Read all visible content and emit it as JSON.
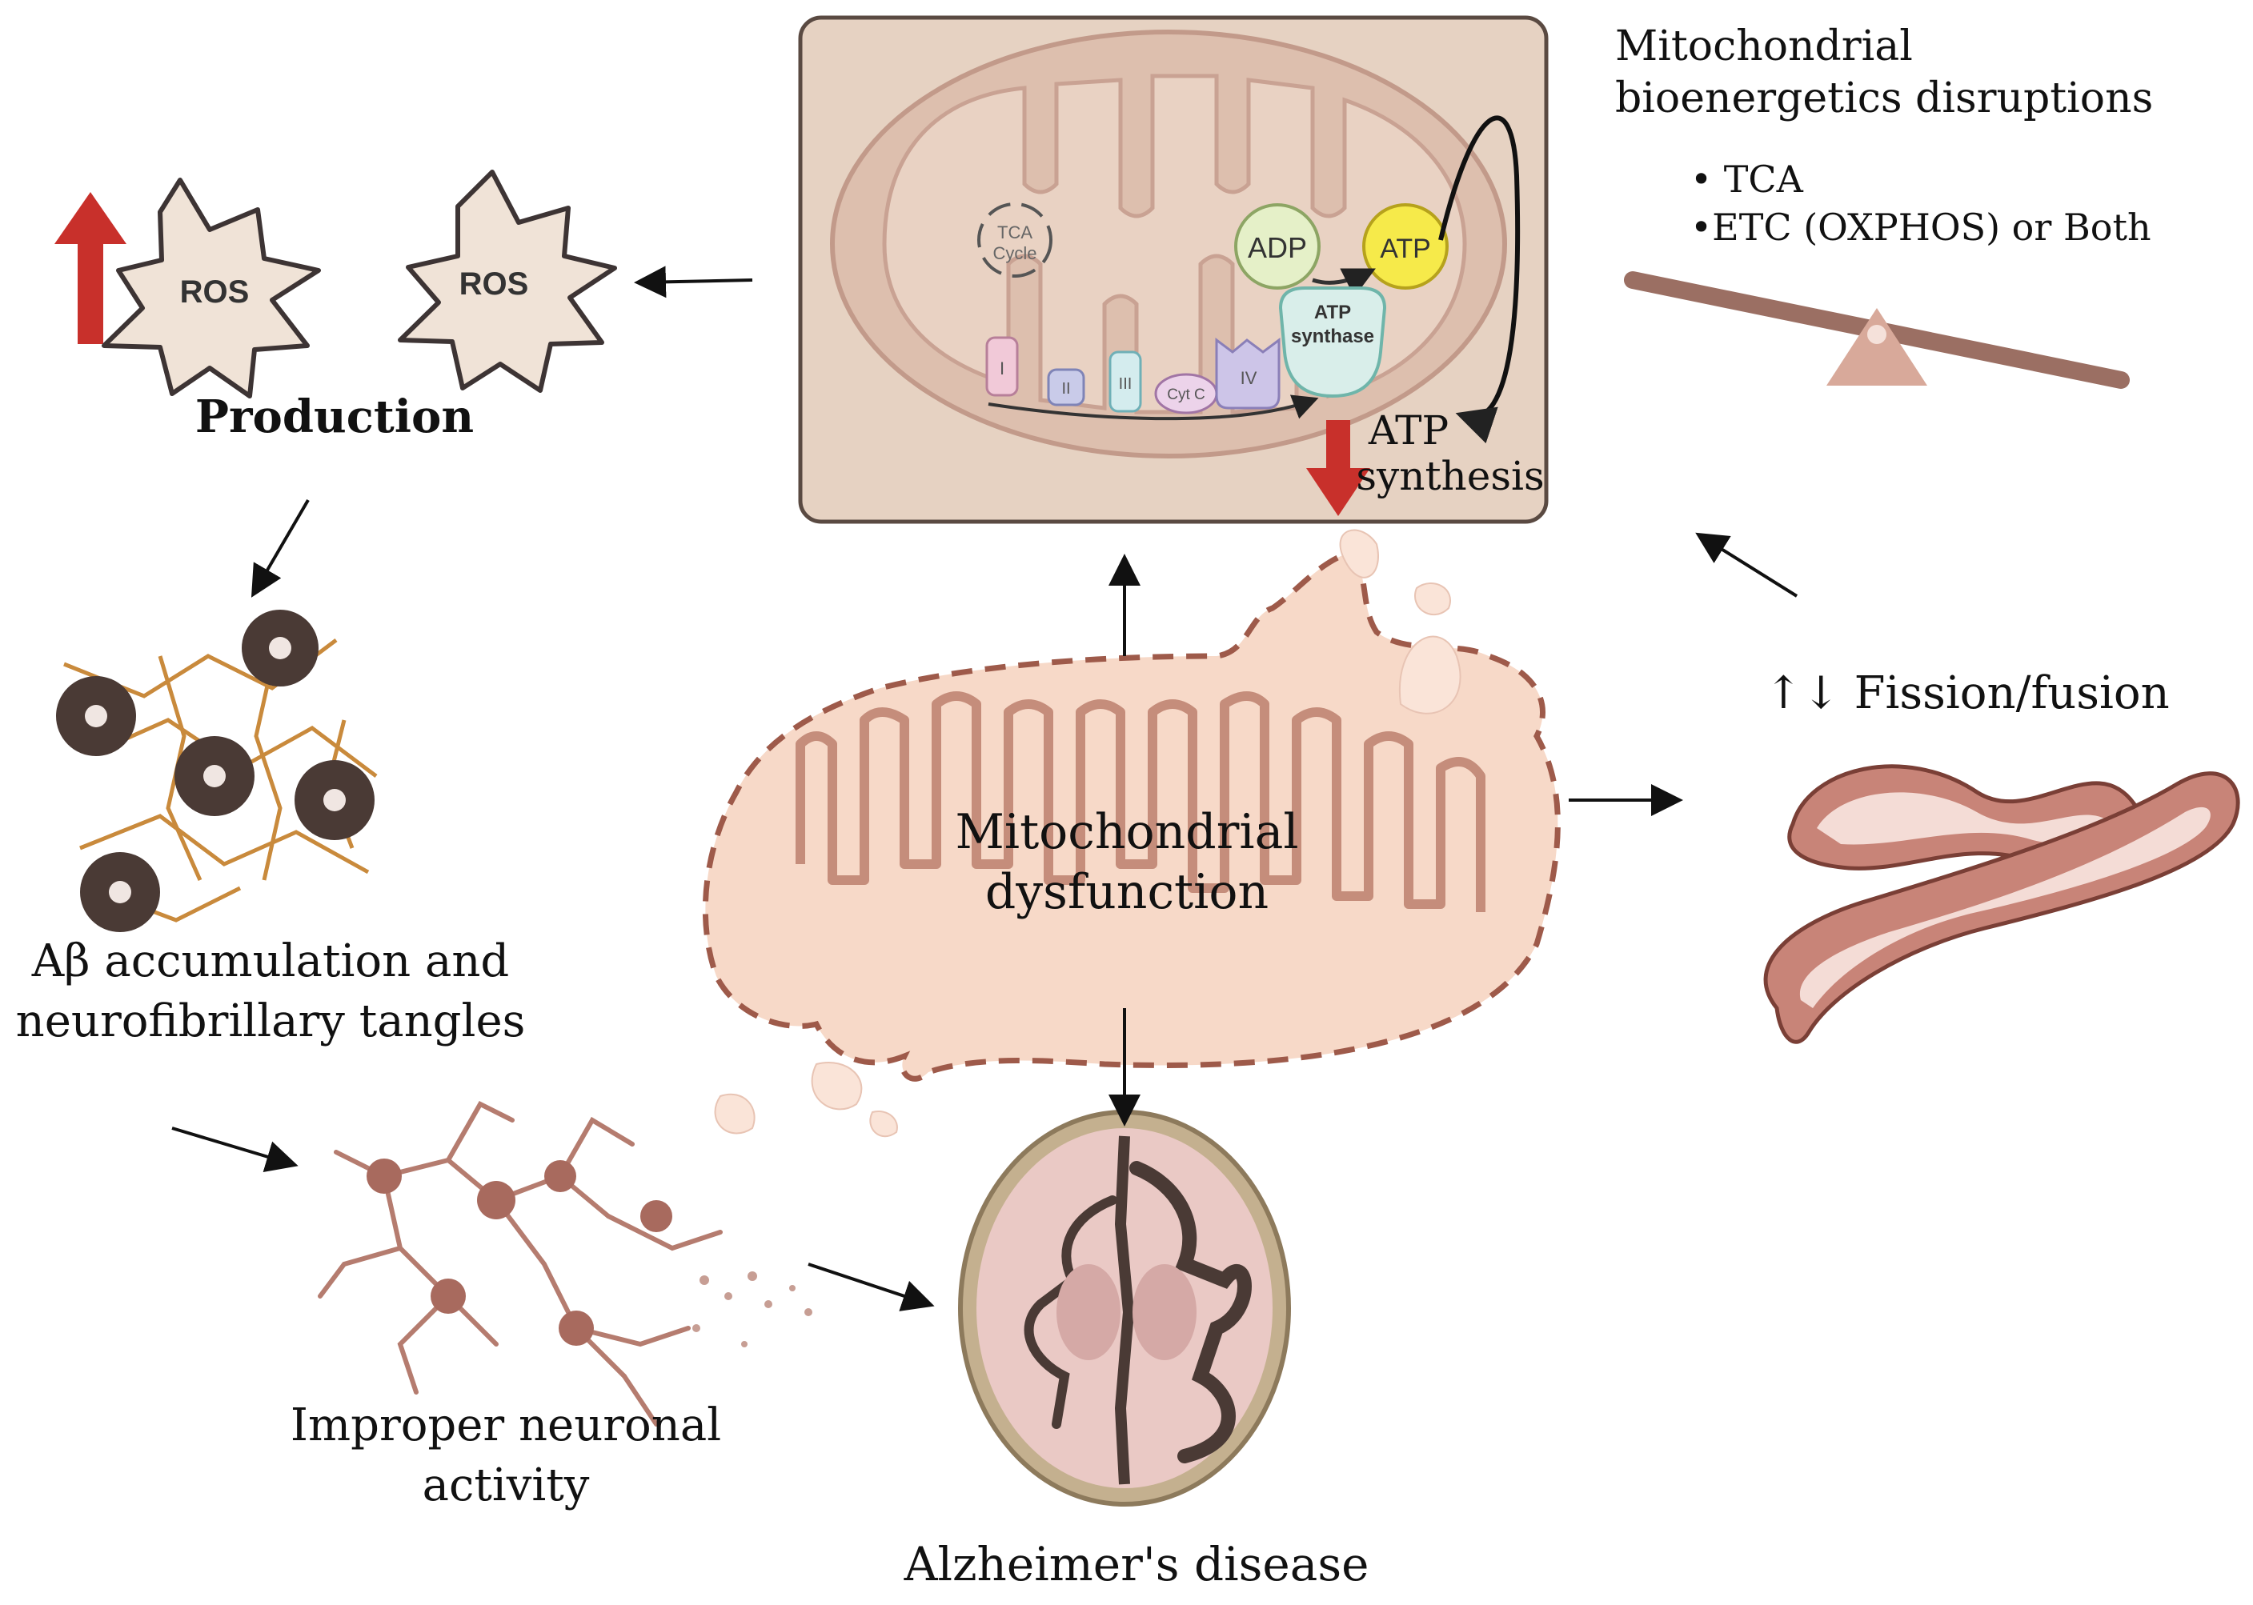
{
  "ros": {
    "badge_1": "ROS",
    "badge_2": "ROS",
    "caption": "Production"
  },
  "mito_panel": {
    "tca": [
      "TCA",
      "Cycle"
    ],
    "adp": "ADP",
    "atp": "ATP",
    "synthase": [
      "ATP",
      "synthase"
    ],
    "complexes": [
      "I",
      "II",
      "III",
      "Cyt C",
      "IV"
    ],
    "atp_synthesis": [
      "ATP",
      "synthesis"
    ]
  },
  "bioenergetics": {
    "title": [
      "Mitochondrial",
      "bioenergetics disruptions"
    ],
    "bullets": [
      "• TCA",
      "•ETC  (OXPHOS) or Both"
    ]
  },
  "fission_fusion": "↑↓ Fission/fusion",
  "center": [
    "Mitochondrial",
    "dysfunction"
  ],
  "plaques": [
    "Aβ accumulation and",
    "neurofibrillary tangles"
  ],
  "neurons": [
    "Improper neuronal",
    "activity"
  ],
  "brain": "Alzheimer's disease",
  "colors": {
    "up_arrow": "#c8302b",
    "down_arrow": "#c8302b",
    "panel_bg": "#e6d2c2",
    "mito_fill": "#f7d9c8",
    "mito_dash": "#9e5a4a",
    "ros_fill": "#f0e3d7"
  }
}
